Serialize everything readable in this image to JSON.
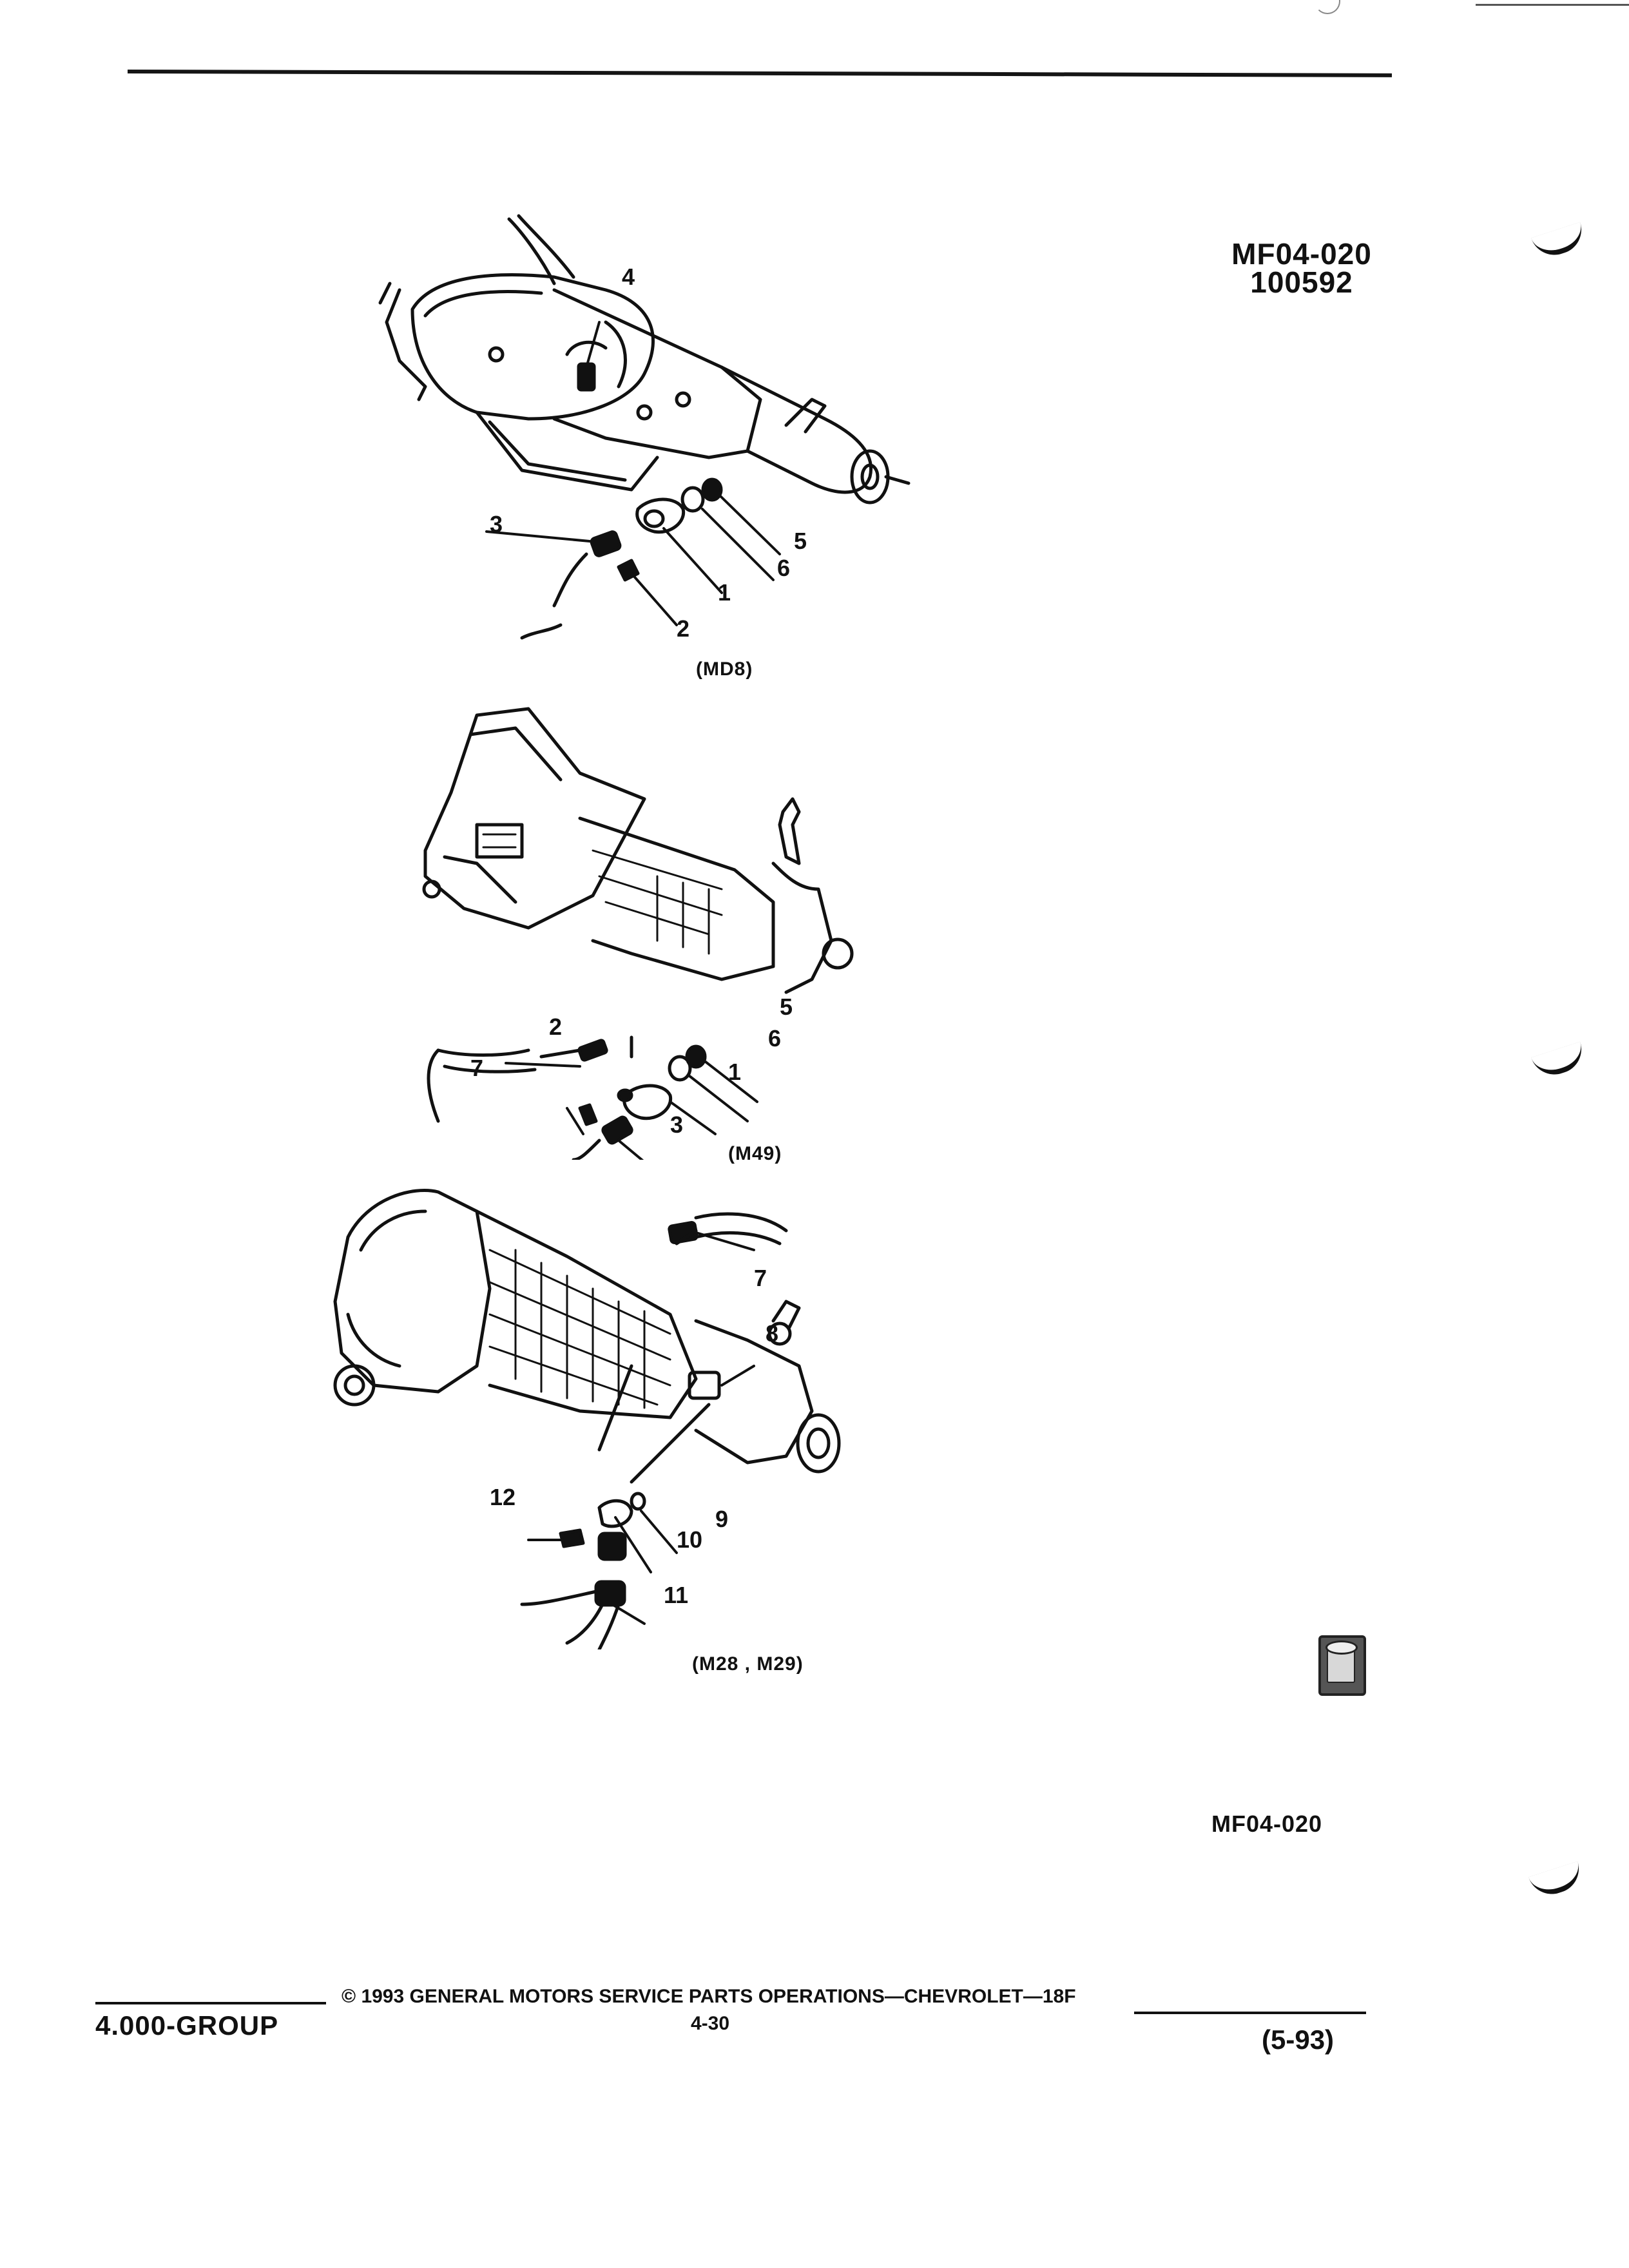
{
  "header": {
    "doc_id": "MF04-020",
    "date_code": "100592"
  },
  "figures": [
    {
      "caption": "(MD8)",
      "callouts": [
        "4",
        "3",
        "5",
        "6",
        "1",
        "2"
      ]
    },
    {
      "caption": "(M49)",
      "callouts": [
        "7",
        "5",
        "2",
        "6",
        "1",
        "3"
      ]
    },
    {
      "caption": "(M28 , M29)",
      "callouts": [
        "7",
        "8",
        "12",
        "9",
        "10",
        "11"
      ]
    }
  ],
  "bottom_label": "MF04-020",
  "footer": {
    "group": "4.000-GROUP",
    "copyright": "© 1993 GENERAL MOTORS SERVICE PARTS OPERATIONS—CHEVROLET—18F",
    "page": "4-30",
    "date": "(5-93)"
  },
  "icons": [
    "binder-hole-mark",
    "gm-spo-logo"
  ]
}
